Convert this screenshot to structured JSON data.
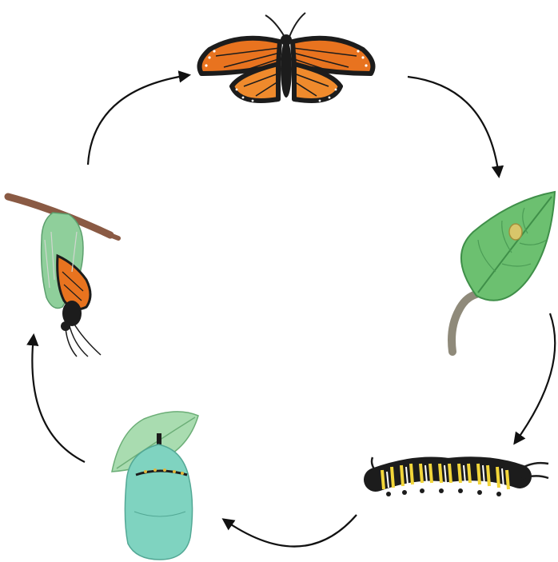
{
  "diagram": {
    "stages": [
      {
        "id": "adult-butterfly",
        "icon": "monarch-butterfly-icon"
      },
      {
        "id": "egg-on-leaf",
        "icon": "leaf-with-egg-icon"
      },
      {
        "id": "caterpillar",
        "icon": "caterpillar-icon"
      },
      {
        "id": "chrysalis",
        "icon": "chrysalis-icon"
      },
      {
        "id": "emerging-butterfly",
        "icon": "emerging-butterfly-icon"
      }
    ],
    "arrow_direction": "clockwise",
    "colors": {
      "butterfly_orange": "#e8731f",
      "butterfly_black": "#1c1c1c",
      "leaf_green": "#6cc070",
      "egg": "#d8c66a",
      "caterpillar_yellow": "#f2d63a",
      "chrysalis_teal": "#7fd3c0",
      "arrow": "#111111"
    }
  }
}
